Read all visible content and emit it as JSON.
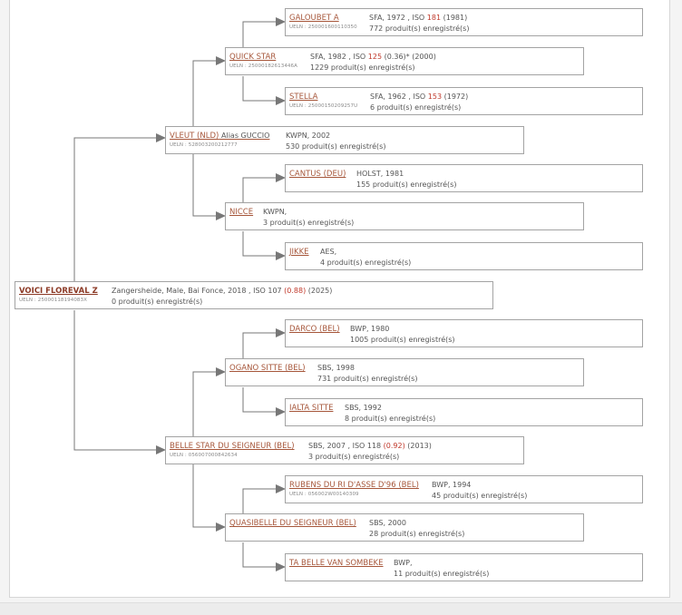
{
  "pedigree": {
    "horse": {
      "name": "VOICI FLOREVAL Z",
      "ueln": "UELN : 25000118194083X",
      "details": "Zangersheide, Male, Bai Fonce, 2018 , ISO 107",
      "iso_index": "(0.88)",
      "iso_year": "(2025)",
      "count": "0 produit(s) enregistré(s)"
    },
    "sire": {
      "name": "VLEUT (NLD)",
      "alias": "Alias GUCCIO",
      "ueln": "UELN : 528003200212777",
      "details": "KWPN, 2002",
      "count": "530 produit(s) enregistré(s)"
    },
    "dam": {
      "name": "BELLE STAR DU SEIGNEUR (BEL)",
      "ueln": "UELN : 056007000842634",
      "details": "SBS, 2007 , ISO 118",
      "iso_index": "(0.92)",
      "iso_year": "(2013)",
      "count": "3 produit(s) enregistré(s)"
    },
    "ss": {
      "name": "QUICK STAR",
      "ueln": "UELN : 25000182613446A",
      "details": "SFA, 1982 , ISO",
      "iso_value": "125",
      "iso_index": "(0.36)*",
      "iso_year": "(2000)",
      "count": "1229 produit(s) enregistré(s)"
    },
    "sd": {
      "name": "NICCE",
      "details": "KWPN,",
      "count": "3 produit(s) enregistré(s)"
    },
    "ds": {
      "name": "OGANO SITTE (BEL)",
      "details": "SBS, 1998",
      "count": "731 produit(s) enregistré(s)"
    },
    "dd": {
      "name": "QUASIBELLE DU SEIGNEUR (BEL)",
      "details": "SBS, 2000",
      "count": "28 produit(s) enregistré(s)"
    },
    "sss": {
      "name": "GALOUBET A",
      "ueln": "UELN : 250001600110350",
      "details": "SFA, 1972 , ISO",
      "iso_value": "181",
      "iso_year": "(1981)",
      "count": "772 produit(s) enregistré(s)"
    },
    "ssd": {
      "name": "STELLA",
      "ueln": "UELN : 25000150209257U",
      "details": "SFA, 1962 , ISO",
      "iso_value": "153",
      "iso_year": "(1972)",
      "count": "6 produit(s) enregistré(s)"
    },
    "sds": {
      "name": "CANTUS (DEU)",
      "details": "HOLST, 1981",
      "count": "155 produit(s) enregistré(s)"
    },
    "sdd": {
      "name": "JIKKE",
      "details": "AES,",
      "count": "4 produit(s) enregistré(s)"
    },
    "dss": {
      "name": "DARCO (BEL)",
      "details": "BWP, 1980",
      "count": "1005 produit(s) enregistré(s)"
    },
    "dsd": {
      "name": "IALTA SITTE",
      "details": "SBS, 1992",
      "count": "8 produit(s) enregistré(s)"
    },
    "dds": {
      "name": "RUBENS DU RI D'ASSE D'96 (BEL)",
      "ueln": "UELN : 056002W00140309",
      "details": "BWP, 1994",
      "count": "45 produit(s) enregistré(s)"
    },
    "ddd": {
      "name": "TA BELLE VAN SOMBEKE",
      "details": "BWP,",
      "count": "11 produit(s) enregistré(s)"
    }
  },
  "colors": {
    "link": "#a6563a",
    "iso_highlight": "#c0392b",
    "border": "#a3a3a3",
    "connector": "#777777"
  }
}
